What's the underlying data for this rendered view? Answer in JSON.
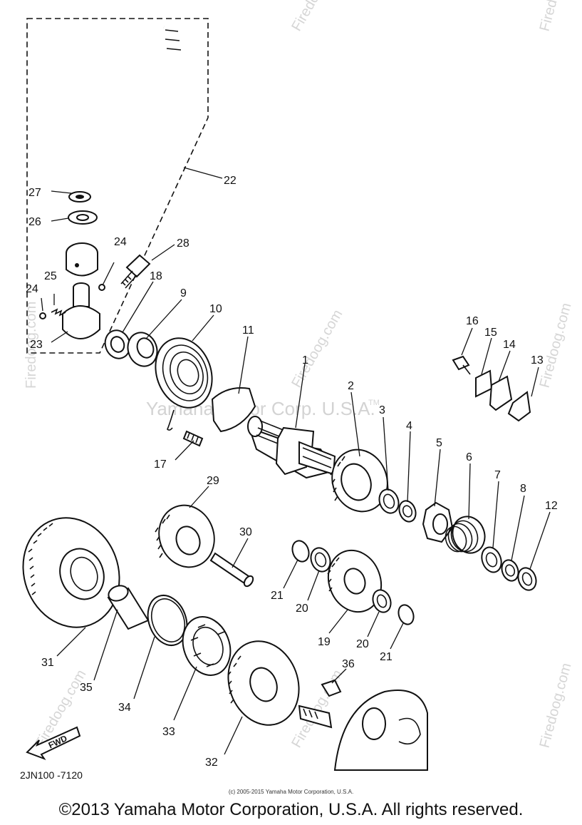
{
  "watermarks": {
    "site": "Firedoog.com",
    "center": "Yamaha Motor Corp. U.S.A.",
    "tm": "TM"
  },
  "callouts": [
    "1",
    "2",
    "3",
    "4",
    "5",
    "6",
    "7",
    "8",
    "9",
    "10",
    "11",
    "12",
    "13",
    "14",
    "15",
    "16",
    "17",
    "18",
    "19",
    "20",
    "20",
    "21",
    "21",
    "22",
    "23",
    "24",
    "24",
    "25",
    "26",
    "27",
    "28",
    "29",
    "30",
    "31",
    "32",
    "33",
    "34",
    "35",
    "36"
  ],
  "fwd_label": "FWD",
  "diagram_code": "2JN100 -7120",
  "credits": {
    "small": "(c) 2005-2015 Yamaha Motor Corporation, U.S.A.",
    "main": "©2013 Yamaha Motor Corporation, U.S.A. All rights reserved."
  }
}
